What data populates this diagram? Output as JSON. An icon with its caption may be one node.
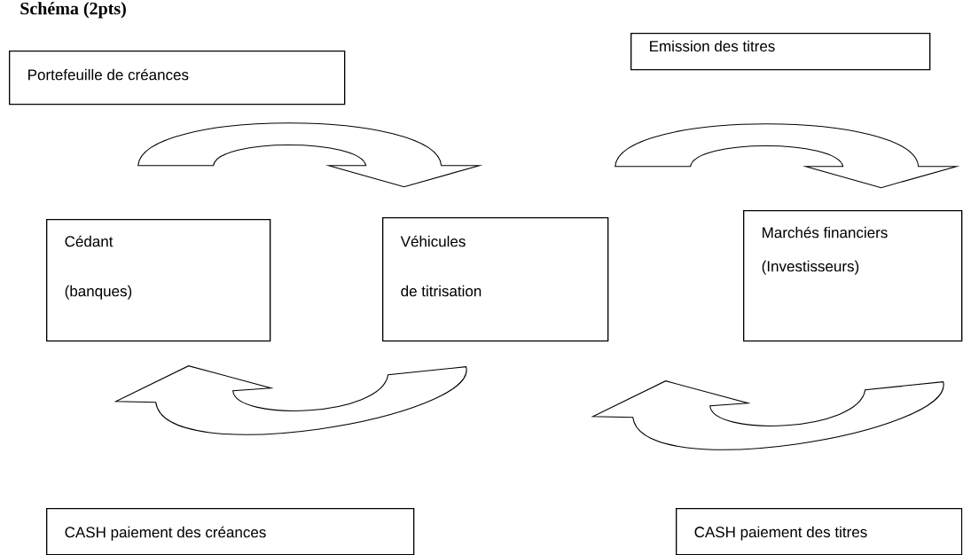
{
  "diagram": {
    "title": "Schéma (2pts)",
    "nodes": [
      {
        "text": [
          "Portefeuille de créances"
        ]
      },
      {
        "text": [
          "Emission des titres"
        ]
      },
      {
        "text": [
          "Cédant (banques)"
        ]
      },
      {
        "text": [
          "Véhicules de titrisation"
        ]
      },
      {
        "text": [
          "Marchés financiers (Investisseurs)"
        ]
      },
      {
        "text": [
          "CASH paiement des créances"
        ]
      },
      {
        "text": [
          "CASH paiement des titres"
        ]
      }
    ],
    "edges": [
      {
        "from": 2,
        "to": 3,
        "arrow": "to"
      },
      {
        "from": 3,
        "to": 4,
        "arrow": "to"
      },
      {
        "from": 3,
        "to": 2,
        "arrow": "to"
      },
      {
        "from": 4,
        "to": 3,
        "arrow": "to"
      }
    ]
  }
}
